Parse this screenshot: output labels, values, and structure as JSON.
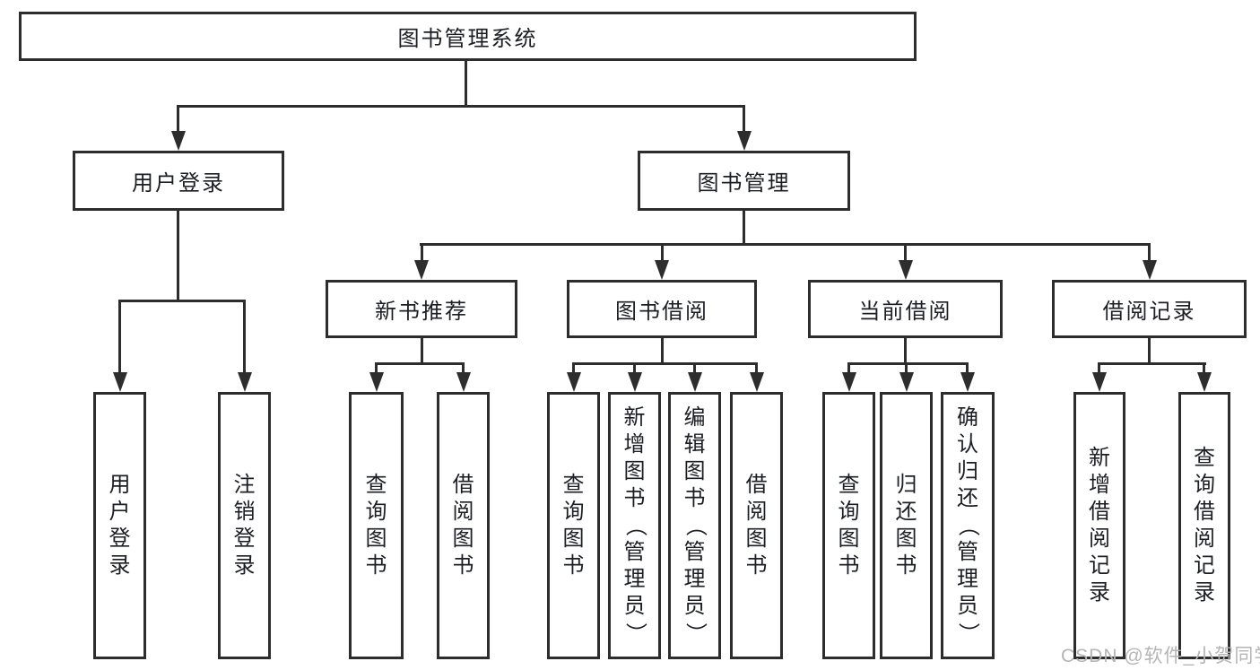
{
  "tree": {
    "root": "图书管理系统",
    "branches": [
      {
        "label": "用户登录",
        "children": [
          "用户登录",
          "注销登录"
        ]
      },
      {
        "label": "图书管理",
        "sections": [
          {
            "label": "新书推荐",
            "children": [
              "查询图书",
              "借阅图书"
            ]
          },
          {
            "label": "图书借阅",
            "children": [
              "查询图书",
              "新增图书（管理员）",
              "编辑图书（管理员）",
              "借阅图书"
            ]
          },
          {
            "label": "当前借阅",
            "children": [
              "查询图书",
              "归还图书",
              "确认归还（管理员）"
            ]
          },
          {
            "label": "借阅记录",
            "children": [
              "新增借阅记录",
              "查询借阅记录"
            ]
          }
        ]
      }
    ]
  },
  "watermark": "CSDN @软件_小贺同学",
  "colors": {
    "line": "#2d2d2d",
    "box_border": "#2d2d2d",
    "box_fill": "#ffffff",
    "text": "#1b1e23",
    "watermark": "#b5b5b5",
    "background": "#ffffff"
  }
}
